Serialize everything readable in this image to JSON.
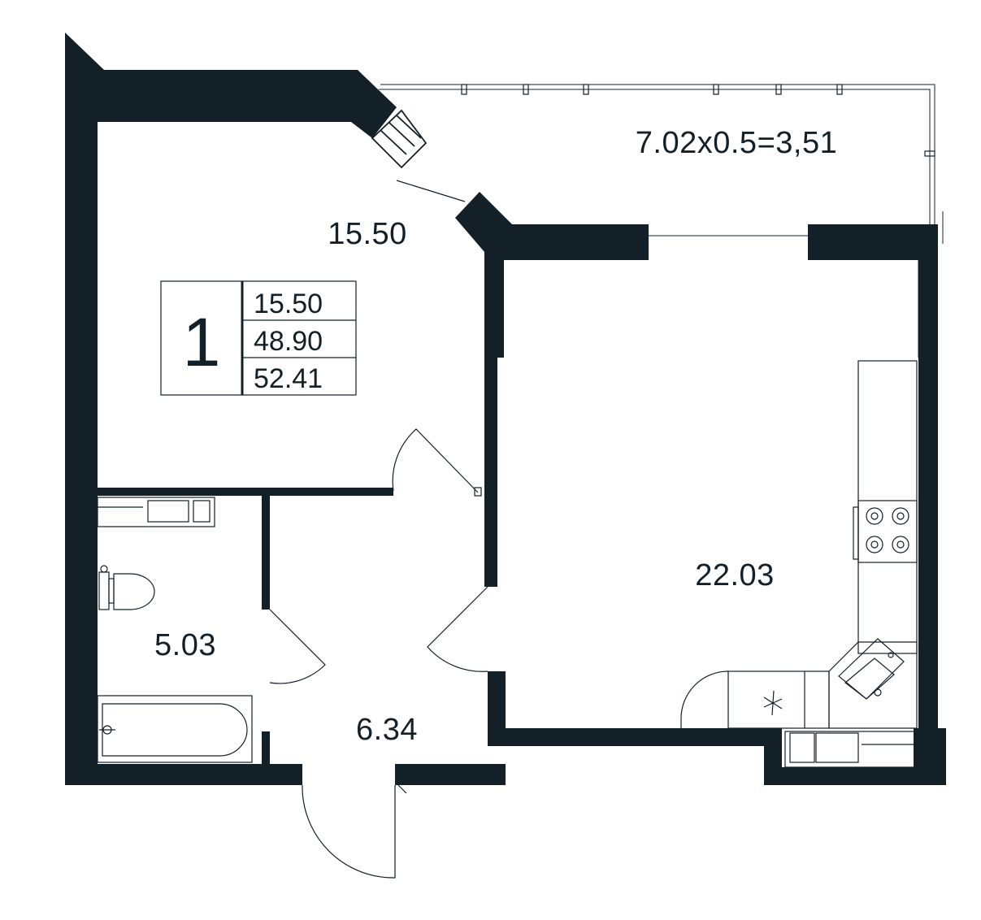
{
  "plan": {
    "colors": {
      "wall": "#142028",
      "background": "#ffffff"
    },
    "info_box": {
      "rooms_count": "1",
      "values": [
        "15.50",
        "48.90",
        "52.41"
      ]
    },
    "rooms": {
      "bedroom_area": "15.50",
      "living_kitchen_area": "22.03",
      "bathroom_area": "5.03",
      "hall_area": "6.34",
      "balcony_formula": "7.02x0.5=3,51"
    },
    "fixtures": [
      "toilet",
      "bathtub",
      "stove",
      "corner-sink",
      "washing-machine",
      "radiator"
    ]
  }
}
